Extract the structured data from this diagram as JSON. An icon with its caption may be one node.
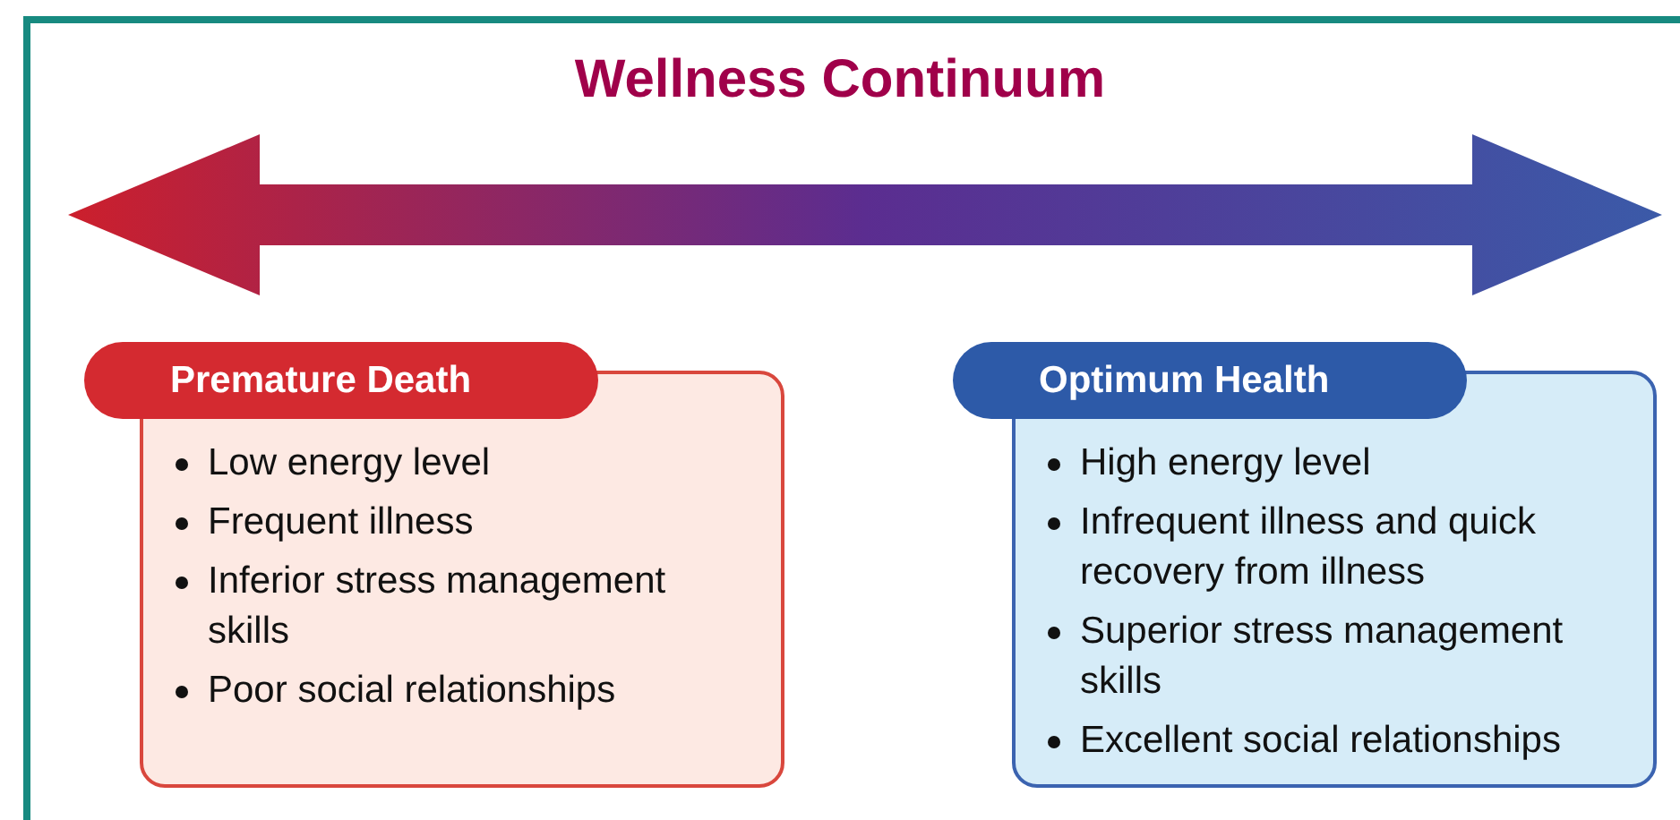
{
  "diagram": {
    "title": "Wellness Continuum",
    "nodes": [
      {
        "text": [
          "Premature Death",
          "Low energy level",
          "Frequent illness",
          "Inferior stress management skills",
          "Poor social relationships"
        ]
      },
      {
        "text": [
          "Optimum Health",
          "High energy level",
          "Infrequent illness and quick recovery from illness",
          "Superior stress management skills",
          "Excellent social relationships"
        ]
      }
    ],
    "edges": []
  }
}
